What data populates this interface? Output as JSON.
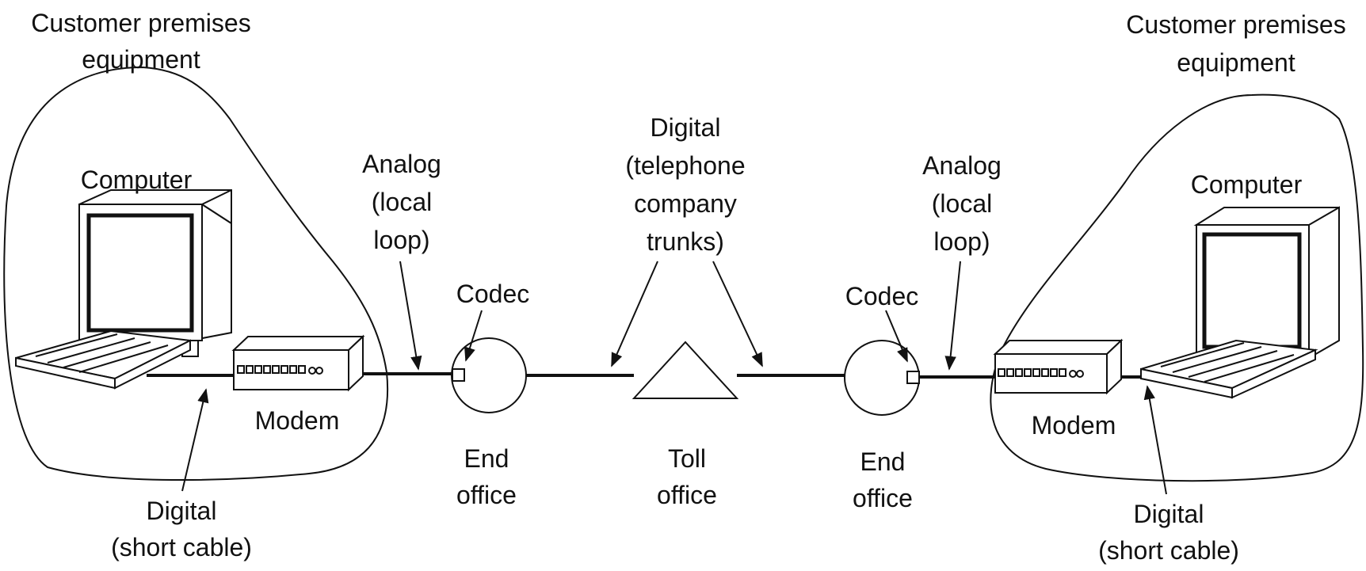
{
  "left": {
    "cpe_line1": "Customer premises",
    "cpe_line2": "equipment",
    "computer": "Computer",
    "modem": "Modem",
    "digital_line1": "Digital",
    "digital_line2": "(short cable)",
    "analog_line1": "Analog",
    "analog_line2": "(local",
    "analog_line3": "loop)",
    "codec": "Codec",
    "end_office_line1": "End",
    "end_office_line2": "office"
  },
  "center": {
    "digital_line1": "Digital",
    "digital_line2": "(telephone",
    "digital_line3": "company",
    "digital_line4": "trunks)",
    "toll_line1": "Toll",
    "toll_line2": "office"
  },
  "right": {
    "cpe_line1": "Customer premises",
    "cpe_line2": "equipment",
    "computer": "Computer",
    "modem": "Modem",
    "digital_line1": "Digital",
    "digital_line2": "(short cable)",
    "analog_line1": "Analog",
    "analog_line2": "(local",
    "analog_line3": "loop)",
    "codec": "Codec",
    "end_office_line1": "End",
    "end_office_line2": "office"
  }
}
